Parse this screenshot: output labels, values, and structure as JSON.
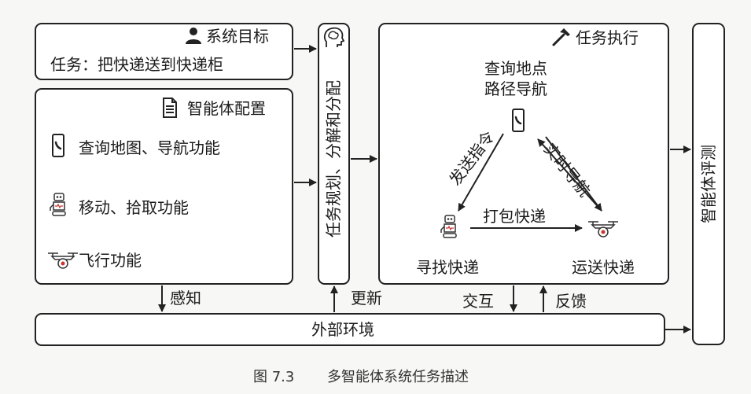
{
  "system_goal": {
    "title": "系统目标",
    "task": "任务：把快递送到快递柜",
    "icon": "person-icon"
  },
  "agent_config": {
    "title": "智能体配置",
    "icon": "document-icon",
    "items": [
      {
        "icon": "phone-icon",
        "label": "查询地图、导航功能"
      },
      {
        "icon": "robot-icon",
        "label": "移动、拾取功能"
      },
      {
        "icon": "drone-icon",
        "label": "飞行功能"
      }
    ]
  },
  "decompose": {
    "label": "任务规划、分解和分配",
    "icon": "brain-icon"
  },
  "task_exec": {
    "title": "任务执行",
    "icon": "hammer-icon",
    "top_node": [
      "查询地点",
      "路径导航"
    ],
    "left_node": "寻找快递",
    "right_node": "运送快递",
    "edge_send": "发送指令",
    "edge_nav": "实时导航",
    "edge_pack": "打包快递"
  },
  "eval": {
    "label": "智能体评测"
  },
  "environment": {
    "label": "外部环境"
  },
  "flows": {
    "perceive": "感知",
    "update": "更新",
    "interact": "交互",
    "feedback": "反馈"
  },
  "caption": {
    "figure": "图 7.3",
    "title": "多智能体系统任务描述"
  }
}
